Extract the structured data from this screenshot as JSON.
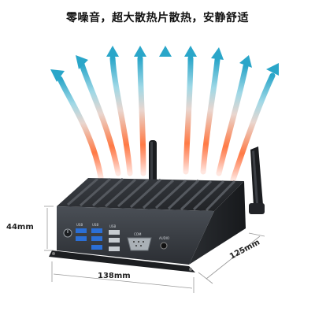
{
  "headline": "零噪音，超大散热片散热，安静舒适",
  "dimensions": {
    "height": "44mm",
    "width": "138mm",
    "depth": "125mm"
  },
  "colors": {
    "arrow_top": "#2aa6c9",
    "arrow_mid": "#9fd8e6",
    "arrow_bottom": "#ff5a2a",
    "chassis": "#2c2f33",
    "front_panel": "#3a3e44",
    "usb_blue": "#2b6fd6",
    "background": "#ffffff"
  },
  "device": {
    "port_labels": [
      "USB",
      "USB",
      "USB",
      "COM",
      "AUDIO"
    ],
    "icons": [
      "power-button-icon",
      "usb3-port-icon",
      "lan-port-icon",
      "com-port-icon",
      "audio-jack-icon",
      "antenna-icon",
      "heat-arrow-icon"
    ]
  }
}
